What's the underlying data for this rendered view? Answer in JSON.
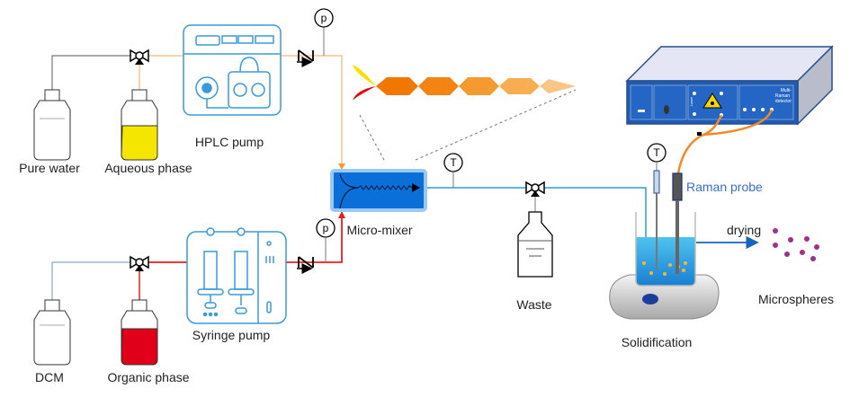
{
  "labels": {
    "pure_water": "Pure water",
    "aqueous_phase": "Aqueous phase",
    "hplc_pump": "HPLC pump",
    "micro_mixer": "Micro-mixer",
    "waste": "Waste",
    "raman_probe": "Raman probe",
    "drying": "drying",
    "microspheres": "Microspheres",
    "solidification": "Solidification",
    "syringe_pump": "Syringe pump",
    "dcm": "DCM",
    "organic_phase": "Organic phase"
  },
  "gauges": {
    "pressure": "p",
    "temperature": "T"
  },
  "device": {
    "detector_label_1": "Multi-",
    "detector_label_2": "Raman",
    "detector_label_3": "detector",
    "laser_label": "Laser"
  },
  "colors": {
    "aqueous_line": "#f9c48f",
    "organic_line": "#ee1c1c",
    "product_line": "#2f9bd6",
    "pump_outline": "#3a9ad9",
    "mixer_fill": "#0a6fd8",
    "aqueous_liquid": "#f5e600",
    "organic_liquid": "#e0001a",
    "microsphere": "#a0308a",
    "raman_text": "#3a6fc9"
  }
}
